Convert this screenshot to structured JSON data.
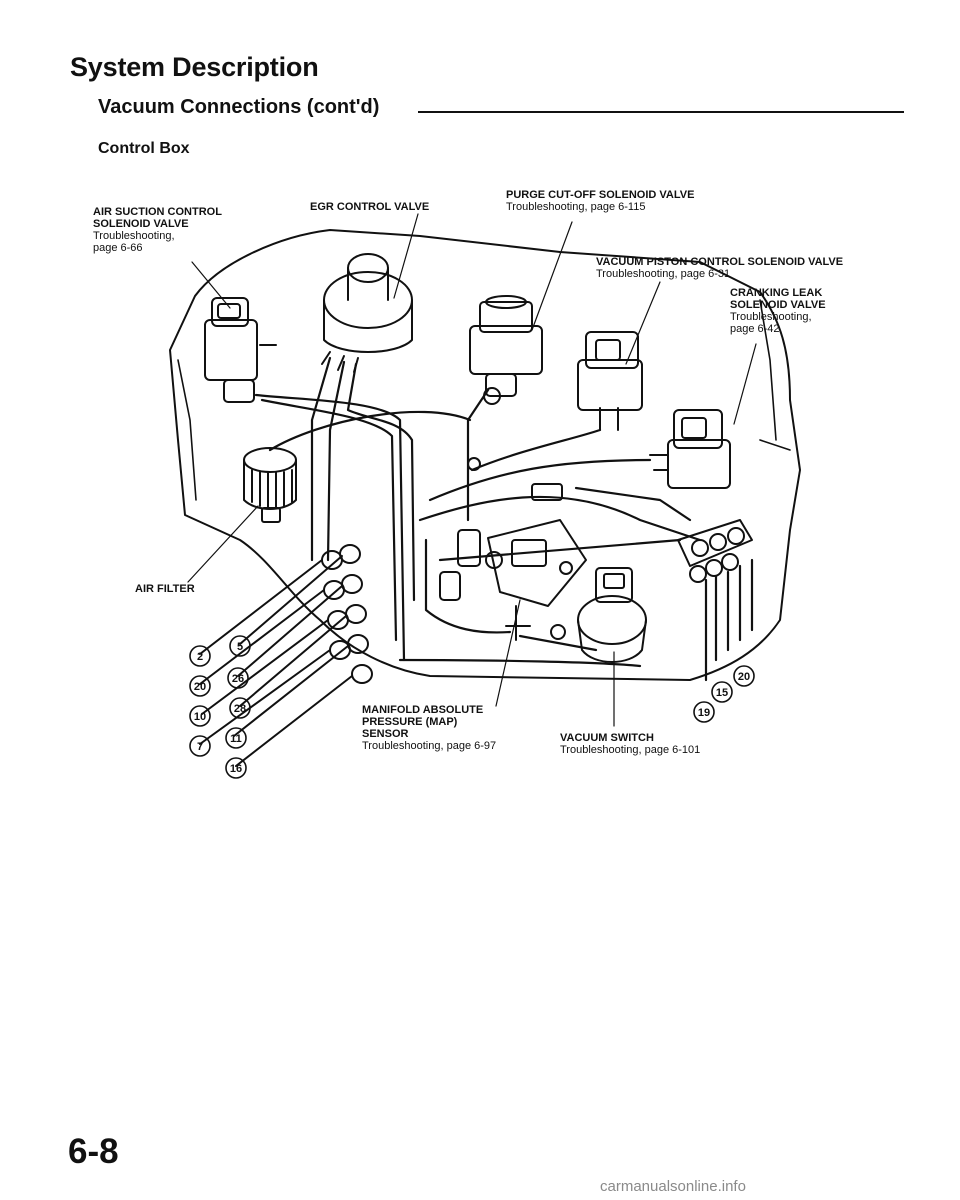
{
  "header": {
    "title": "System Description",
    "subtitle": "Vacuum Connections (cont'd)",
    "section": "Control Box"
  },
  "labels": {
    "air_suction": {
      "line1": "AIR SUCTION CONTROL",
      "line2": "SOLENOID VALVE",
      "line3": "Troubleshooting,",
      "line4": "page 6-66"
    },
    "egr_control": {
      "line1": "EGR CONTROL VALVE"
    },
    "purge_cutoff": {
      "line1": "PURGE CUT-OFF SOLENOID VALVE",
      "line2": "Troubleshooting, page 6-115"
    },
    "vacuum_piston": {
      "line1": "VACUUM PISTON CONTROL SOLENOID VALVE",
      "line2": "Troubleshooting, page 6-31"
    },
    "cranking_leak": {
      "line1": "CRANKING LEAK",
      "line2": "SOLENOID VALVE",
      "line3": "Troubleshooting,",
      "line4": "page 6-42"
    },
    "air_filter": {
      "line1": "AIR FILTER"
    },
    "map_sensor": {
      "line1": "MANIFOLD ABSOLUTE",
      "line2": "PRESSURE (MAP)",
      "line3": "SENSOR",
      "line4": "Troubleshooting, page 6-97"
    },
    "vacuum_switch": {
      "line1": "VACUUM SWITCH",
      "line2": "Troubleshooting, page 6-101"
    }
  },
  "hose_numbers": [
    "2",
    "5",
    "20",
    "26",
    "10",
    "28",
    "7",
    "11",
    "16",
    "20",
    "15",
    "19"
  ],
  "footer": {
    "page_number": "6-8",
    "watermark": "carmanualsonline.info"
  }
}
